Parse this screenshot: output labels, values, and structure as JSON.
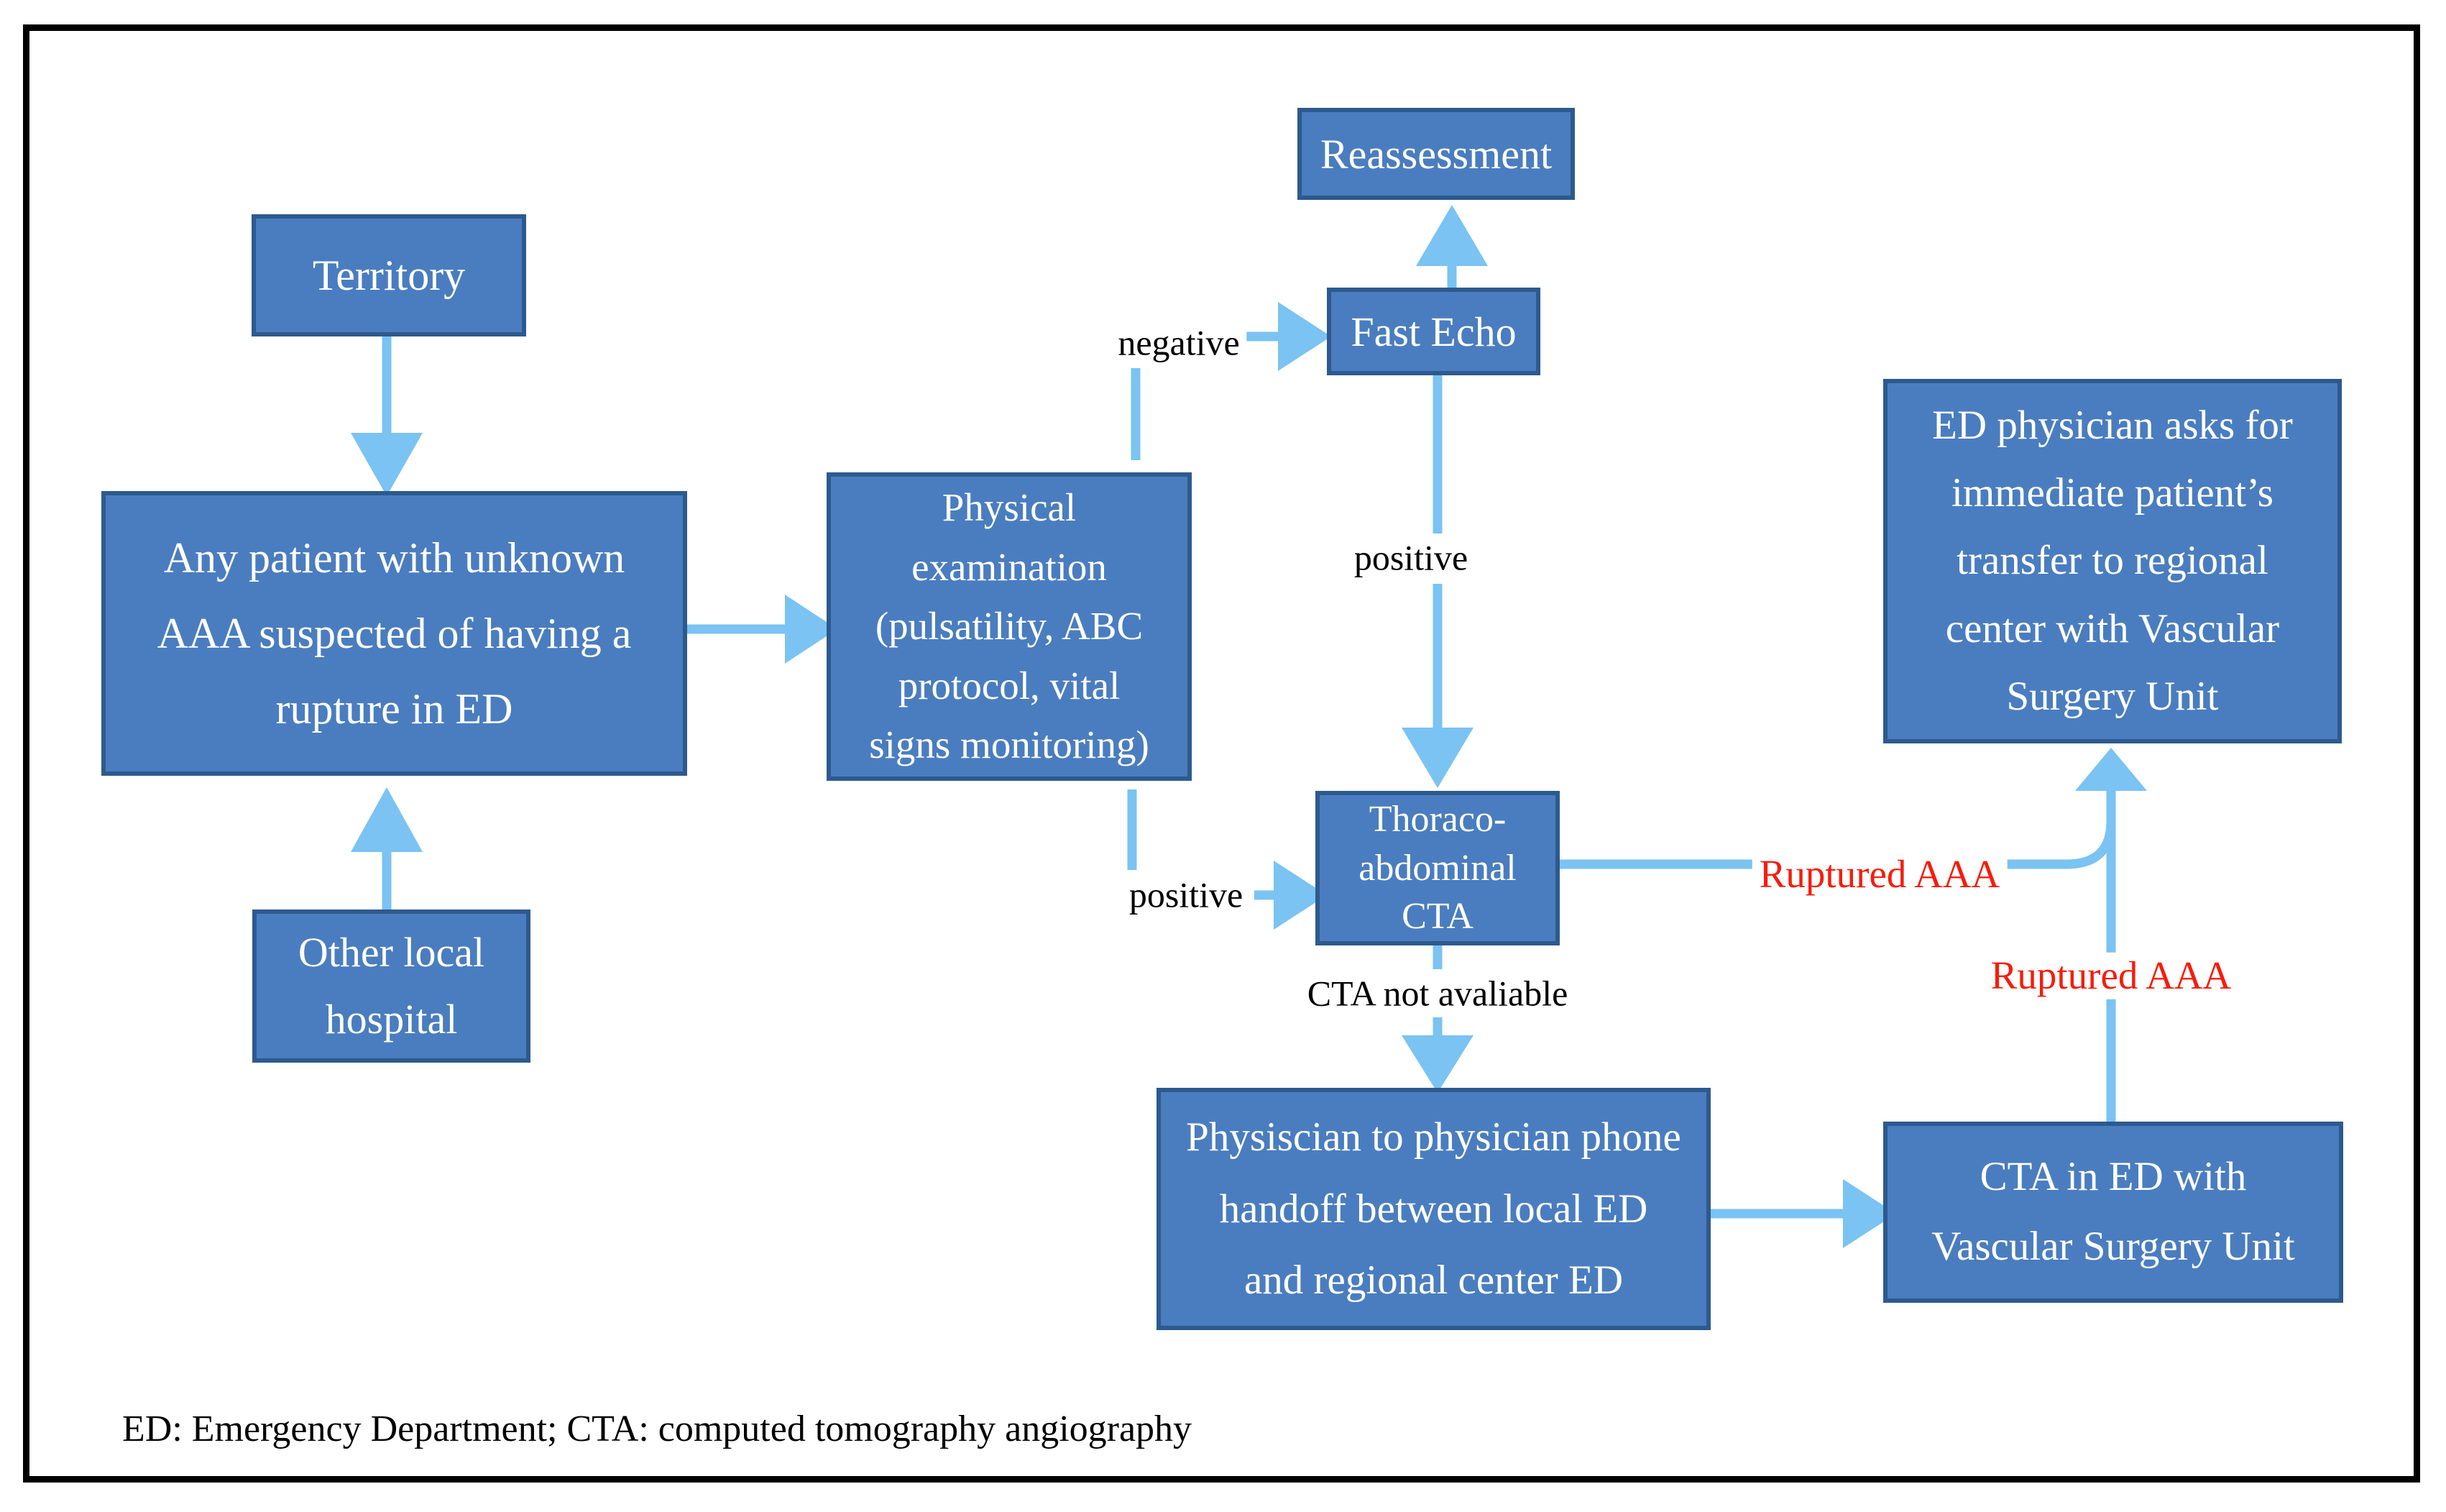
{
  "figure": {
    "type": "flowchart",
    "footer": "ED: Emergency Department; CTA: computed tomography angiography"
  },
  "colors": {
    "node_fill": "#4a7dbf",
    "node_border": "#2d5a8e",
    "arrow": "#7ac3f2",
    "alert_text": "#f51d0d",
    "label_text": "#000000",
    "frame": "#000000",
    "node_text": "#ffffff"
  },
  "nodes": {
    "territory": {
      "label": "Territory"
    },
    "any_patient": {
      "label": "Any patient with unknown\nAAA suspected of having a\nrupture in ED"
    },
    "other_hospital": {
      "label": "Other local\nhospital"
    },
    "physical_exam": {
      "label": "Physical\nexamination\n(pulsatility, ABC\nprotocol, vital\nsigns monitoring)"
    },
    "reassessment": {
      "label": "Reassessment"
    },
    "fast_echo": {
      "label": "Fast Echo"
    },
    "thoraco_cta": {
      "label": "Thoraco-\nabdominal\nCTA"
    },
    "ed_physician": {
      "label": "ED physician asks for\nimmediate patient’s\ntransfer to regional\ncenter with Vascular\nSurgery Unit"
    },
    "phone_handoff": {
      "label": "Physiscian to physician phone\nhandoff between local ED\nand regional center ED"
    },
    "cta_in_ed": {
      "label": "CTA in ED with\nVascular Surgery Unit"
    }
  },
  "edge_labels": {
    "negative": "negative",
    "positive_fast_echo": "positive",
    "positive_exam": "positive",
    "cta_not_avaliable": "CTA not avaliable",
    "ruptured_aaa_right": "Ruptured AAA",
    "ruptured_aaa_up": "Ruptured AAA"
  }
}
